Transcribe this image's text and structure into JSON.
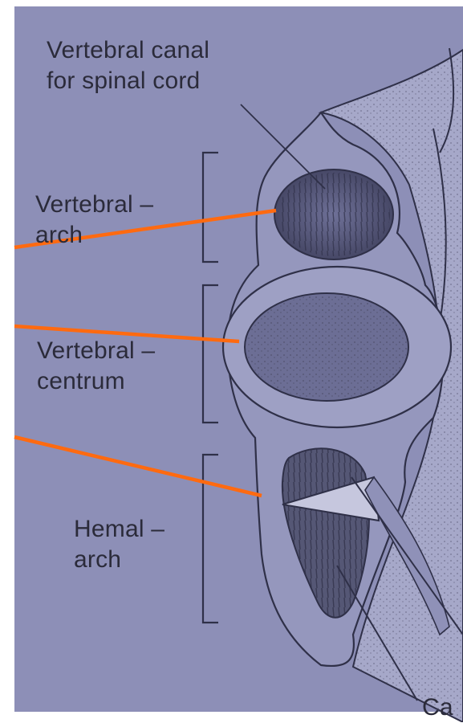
{
  "labels": {
    "vertebral_canal": {
      "line1": "Vertebral canal",
      "line2": "for  spinal cord"
    },
    "vertebral_arch": {
      "line1": "Vertebral –",
      "line2": "arch"
    },
    "vertebral_centrum": {
      "line1": "Vertebral –",
      "line2": "centrum"
    },
    "hemal_arch": {
      "line1": "Hemal –",
      "line2": "arch"
    },
    "cut_off": {
      "text": "Ca"
    }
  },
  "colors": {
    "background": "#8d8fb7",
    "white_frame": "#ffffff",
    "pointer_lines": "#ff6a10",
    "ink": "#2b2b3a"
  }
}
